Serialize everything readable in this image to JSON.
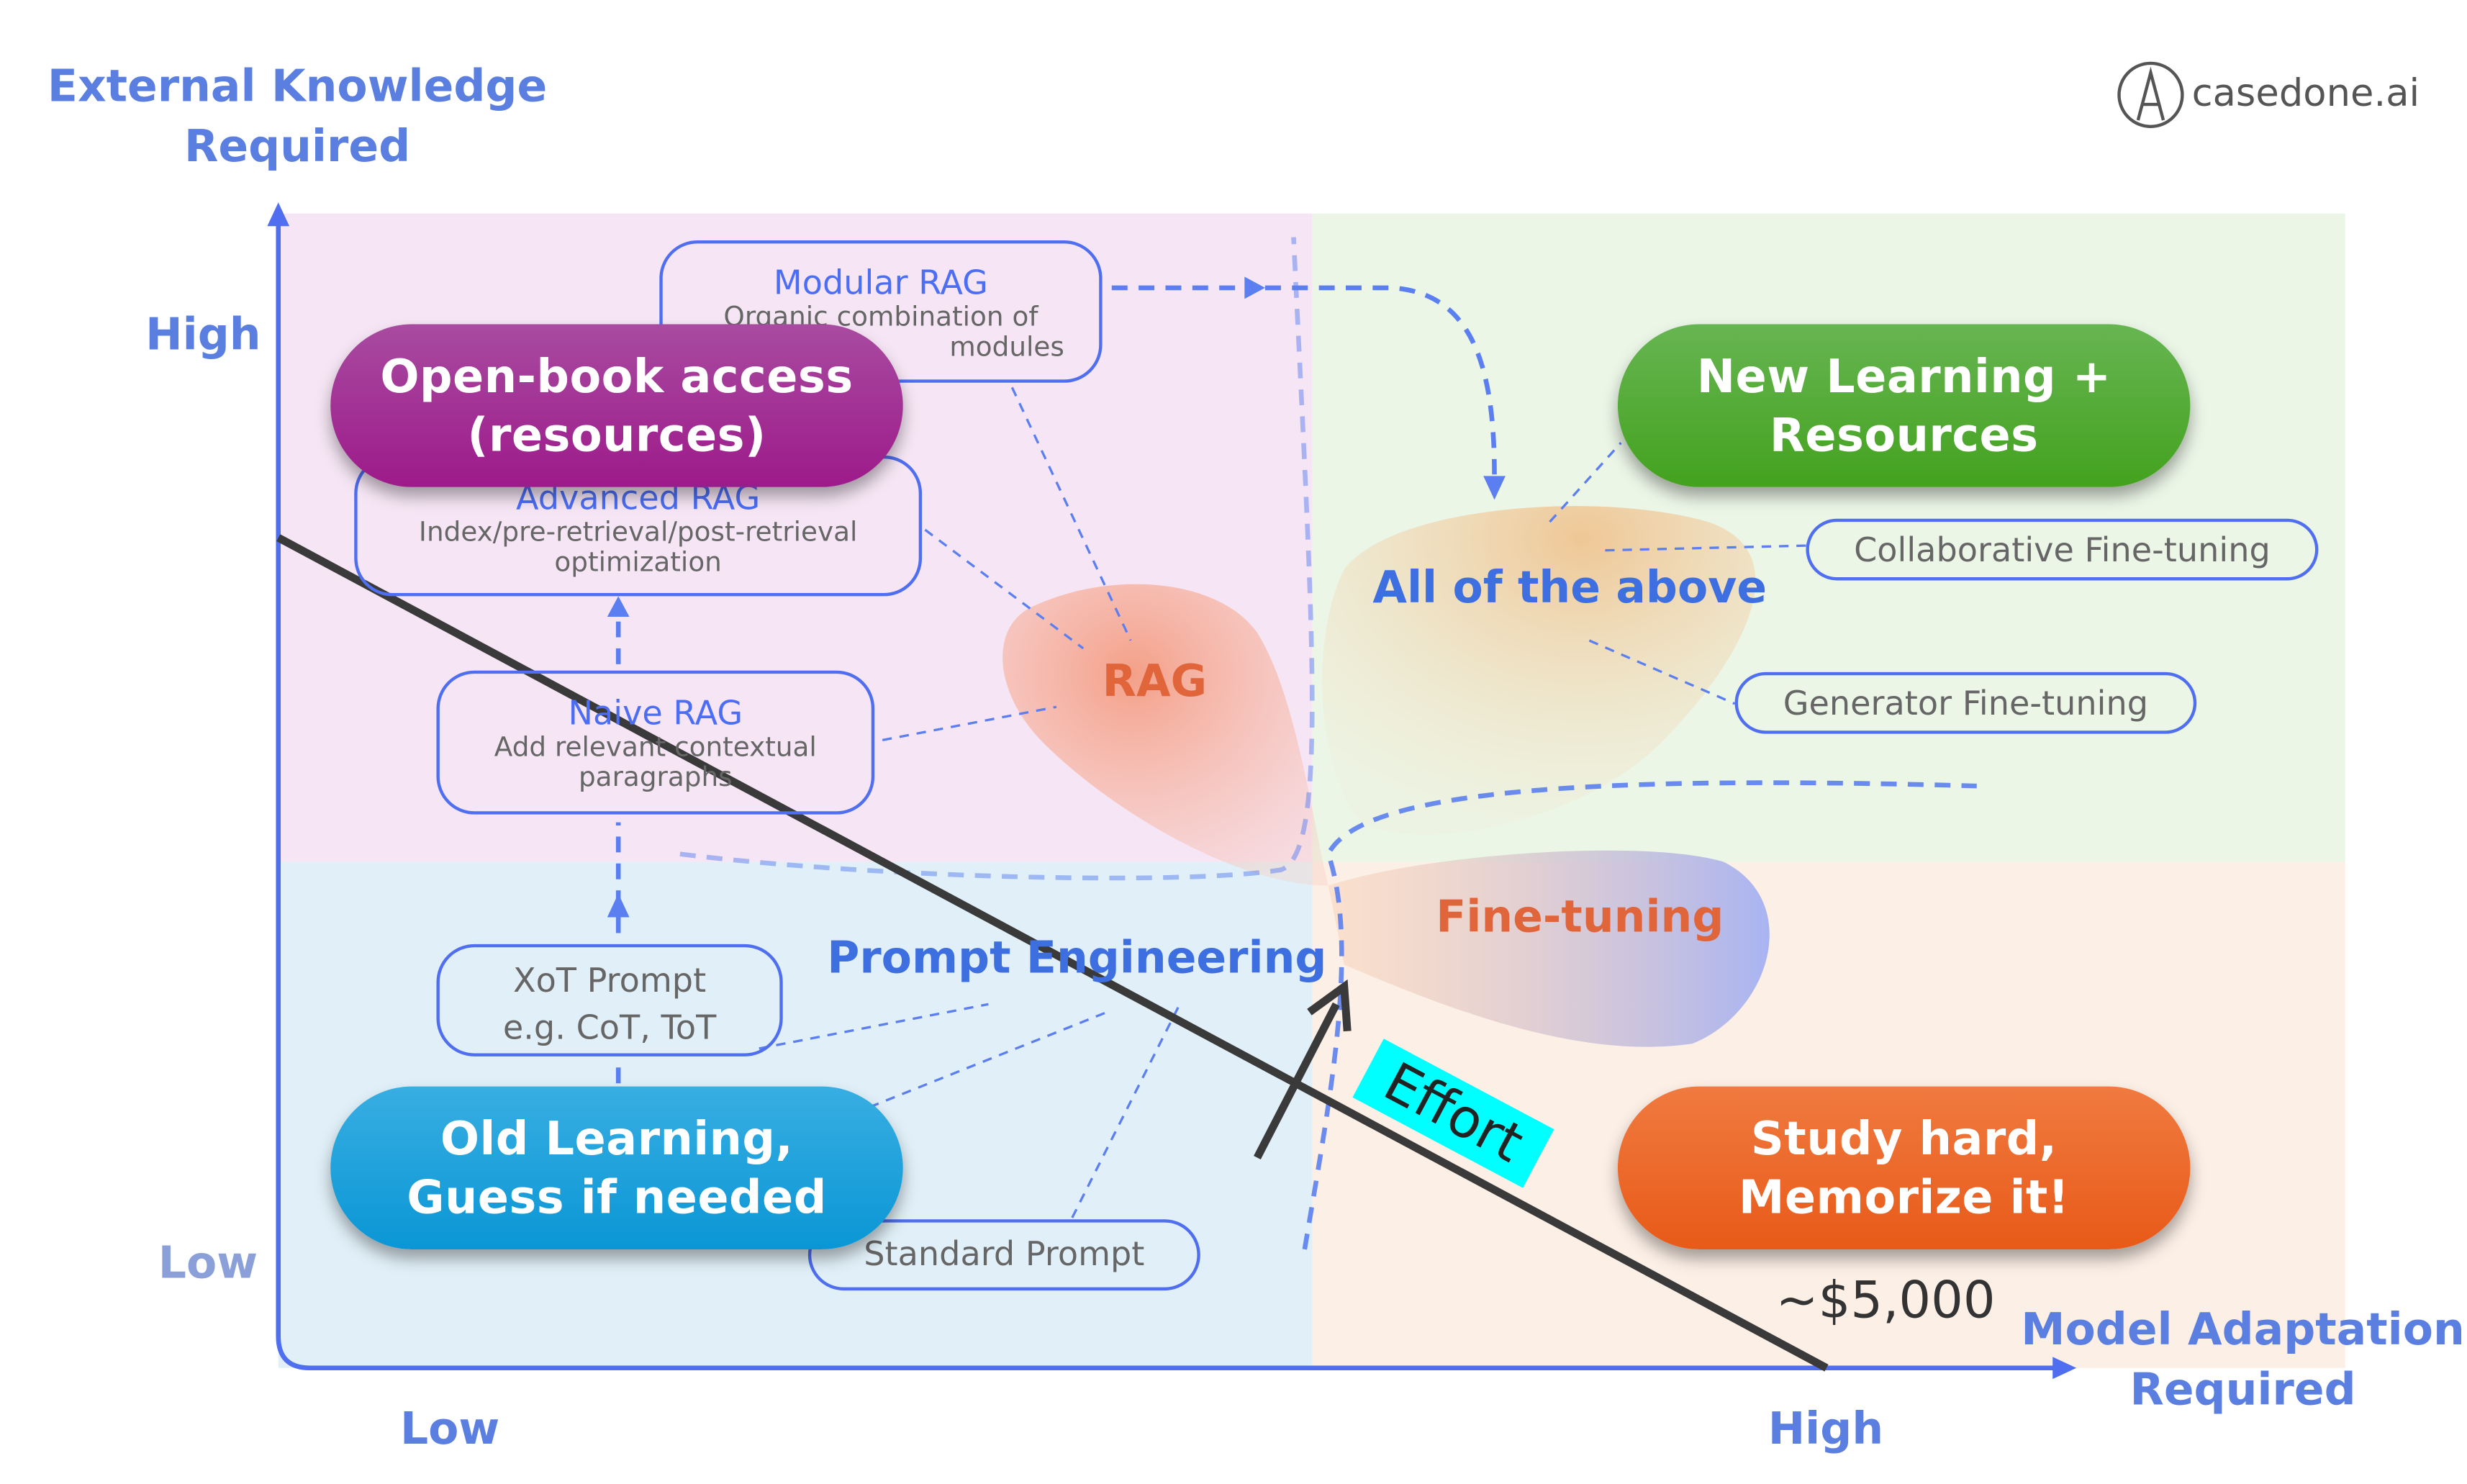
{
  "y_axis": {
    "title_line1": "External Knowledge",
    "title_line2": "Required",
    "high": "High",
    "low": "Low"
  },
  "x_axis": {
    "title_line1": "Model Adaptation",
    "title_line2": "Required",
    "high": "High",
    "low": "Low"
  },
  "logo": {
    "text": "casedone.ai"
  },
  "boxes": {
    "modular": {
      "title": "Modular RAG",
      "desc1": "Organic combination of",
      "desc2": "modules"
    },
    "advanced": {
      "title": "Advanced RAG",
      "desc1": "Index/pre-retrieval/post-retrieval",
      "desc2": "optimization"
    },
    "naive": {
      "title": "Naive RAG",
      "desc1": "Add relevant contextual",
      "desc2": "paragraphs"
    },
    "xot": {
      "line1": "XoT Prompt",
      "line2": "e.g. CoT, ToT"
    },
    "standard": {
      "label": "Standard Prompt"
    },
    "collaborative": {
      "label": "Collaborative Fine-tuning"
    },
    "generator": {
      "label": "Generator Fine-tuning"
    }
  },
  "regions": {
    "rag": "RAG",
    "all": "All of the above",
    "finetuning": "Fine-tuning",
    "prompt": "Prompt Engineering"
  },
  "pills": {
    "open_book": {
      "line1": "Open-book access",
      "line2": "(resources)",
      "color": "#a01f8f"
    },
    "new_learning": {
      "line1": "New Learning +",
      "line2": "Resources",
      "color": "#46a524"
    },
    "old_learning": {
      "line1": "Old Learning,",
      "line2": "Guess if needed",
      "color": "#109ad8"
    },
    "study_hard": {
      "line1": "Study hard,",
      "line2": "Memorize it!",
      "color": "#ea6020"
    }
  },
  "effort": {
    "label": "Effort",
    "color": "#00ffff"
  },
  "cost": "~$5,000",
  "colors": {
    "axis": "#4f6ef0",
    "quadrant_tl": "#f6e6f5",
    "quadrant_tr": "#ebf6e7",
    "quadrant_bl": "#e1f0f8",
    "quadrant_br": "#fcefe6"
  }
}
